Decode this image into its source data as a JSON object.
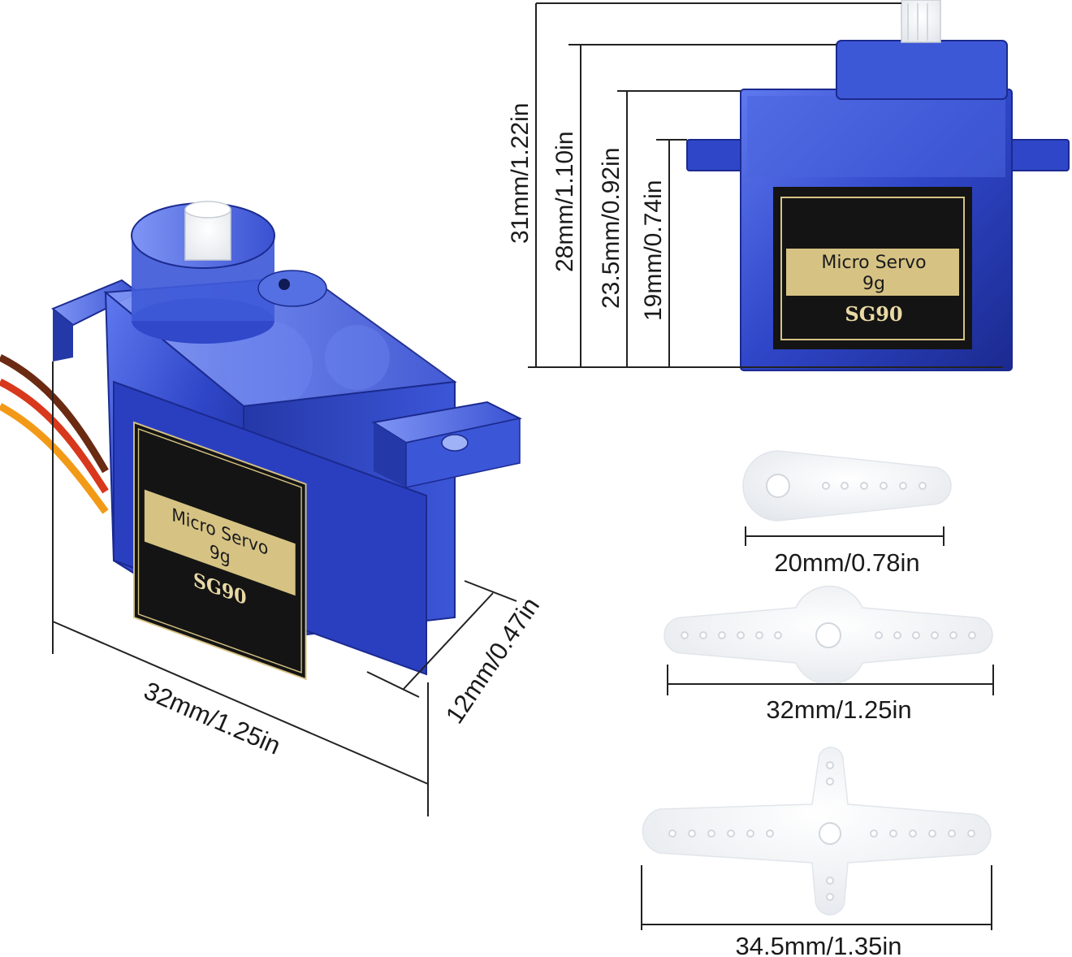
{
  "servo": {
    "label_line1": "Micro Servo",
    "label_line2": "9g",
    "model": "SG90"
  },
  "dimensions": {
    "body_width": "32mm/1.25in",
    "body_depth": "12mm/0.47in",
    "height_total": "31mm/1.22in",
    "height_top_case": "28mm/1.10in",
    "height_flange_top": "23.5mm/0.92in",
    "height_flange": "19mm/0.74in"
  },
  "horns": {
    "single_arm": "20mm/0.78in",
    "double_arm": "32mm/1.25in",
    "cross_arm": "34.5mm/1.35in"
  },
  "colors": {
    "servo_blue": "#2f46c8",
    "servo_blue_dark": "#1b2a8f",
    "label_black": "#141414",
    "label_gold": "#d6c384",
    "horn_white": "#f4f6f8",
    "wire_brown": "#6b2a12",
    "wire_red": "#d8381c",
    "wire_orange": "#f29a17"
  }
}
